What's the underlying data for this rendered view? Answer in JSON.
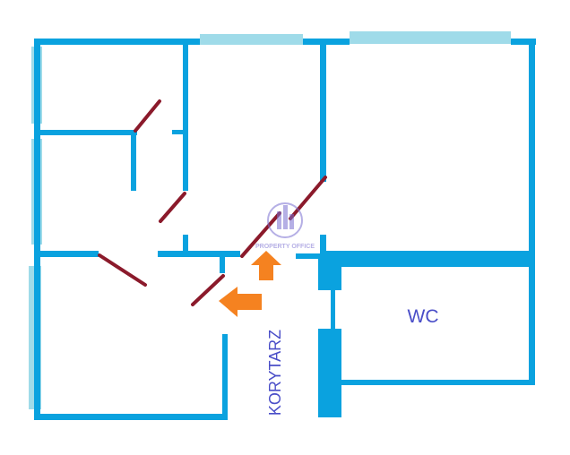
{
  "floor_plan": {
    "labels": {
      "wc": "WC",
      "corridor": "KORYTARZ"
    },
    "watermark": {
      "text": "PROPERTY OFFICE"
    },
    "colors": {
      "wall": "#0aa2df",
      "window": "#9fdbe9",
      "door": "#8b1a2b",
      "arrow": "#f58220",
      "label": "#4a4ec8",
      "watermark": "#7a6fd1"
    },
    "icons": {
      "entrance_arrow_left": "arrow-left-icon",
      "entrance_arrow_up": "arrow-up-icon",
      "watermark_logo": "building-logo-icon"
    }
  }
}
